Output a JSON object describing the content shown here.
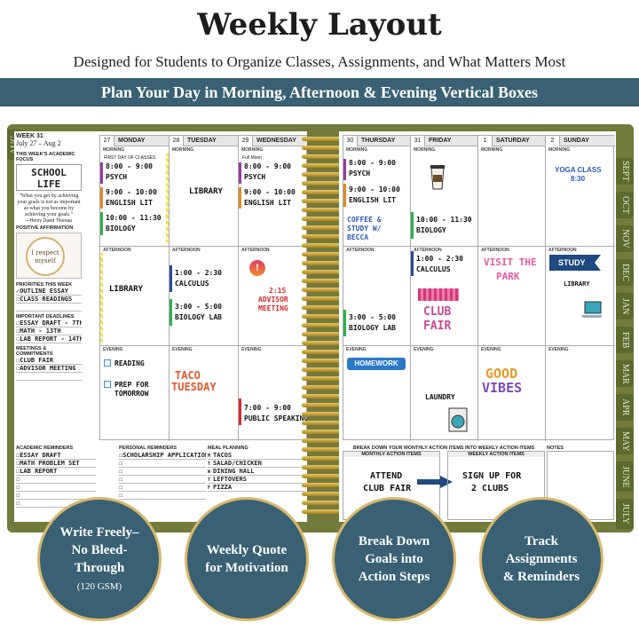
{
  "header": {
    "title": "Weekly Layout",
    "subtitle": "Designed for Students to Organize Classes, Assignments, and What Matters Most",
    "banner": "Plan Your Day in Morning, Afternoon & Evening Vertical Boxes"
  },
  "tabs": {
    "left": "AUG",
    "right": [
      "SEPT",
      "OCT",
      "NOV",
      "DEC",
      "JAN",
      "FEB",
      "MAR",
      "APR",
      "MAY",
      "JUNE",
      "JULY"
    ]
  },
  "left_page": {
    "week": "WEEK 31",
    "dates": "July 27 – Aug 2",
    "focus_label": "THIS WEEK'S ACADEMIC FOCUS",
    "focus_line1": "SCHOOL",
    "focus_line2": "LIFE",
    "quote": "\"What you get by achieving your goals is not as important as what you become by achieving your goals.\"",
    "quote_author": "—Henry David Thoreau",
    "affirmation_label": "POSITIVE AFFIRMATION",
    "affirmation": "I respect myself",
    "priorities_label": "PRIORITIES THIS WEEK",
    "priorities": [
      "✓OUTLINE ESSAY",
      "☐CLASS READINGS"
    ],
    "deadlines_label": "IMPORTANT DEADLINES",
    "deadlines": [
      "☐ESSAY DRAFT - 7TH",
      "☐MATH - 13TH",
      "☐LAB REPORT - 14TH"
    ],
    "meetings_label": "MEETINGS & COMMITMENTS",
    "meetings": [
      "☐CLUB FAIR",
      "☐ADVISOR MEETING"
    ],
    "days": [
      {
        "num": "27",
        "name": "MONDAY"
      },
      {
        "num": "28",
        "name": "TUESDAY"
      },
      {
        "num": "29",
        "name": "WEDNESDAY"
      }
    ],
    "morning": "MORNING",
    "afternoon": "AFTERNOON",
    "evening": "EVENING",
    "mon_note": "FIRST DAY OF CLASSES",
    "wed_note": "Full Moon",
    "mon_m1_time": "8:00 - 9:00",
    "mon_m1": "PSYCH",
    "mon_m2_time": "9:00 - 10:00",
    "mon_m2": "ENGLISH LIT",
    "mon_m3_time": "10:00 - 11:30",
    "mon_m3": "BIOLOGY",
    "tue_m": "LIBRARY",
    "wed_m1_time": "8:00 - 9:00",
    "wed_m1": "PSYCH",
    "wed_m2_time": "9:00 - 10:00",
    "wed_m2": "ENGLISH LIT",
    "mon_a": "LIBRARY",
    "tue_a1_time": "1:00 - 2:30",
    "tue_a1": "CALCULUS",
    "tue_a2_time": "3:00 - 5:00",
    "tue_a2": "BIOLOGY LAB",
    "wed_a_time": "2:15",
    "wed_a1": "ADVISOR",
    "wed_a2": "MEETING",
    "mon_e1": "READING",
    "mon_e2": "PREP FOR",
    "mon_e3": "TOMORROW",
    "tue_e1": "TACO",
    "tue_e2": "TUESDAY",
    "wed_e_time": "7:00 - 9:00",
    "wed_e": "PUBLIC SPEAKING",
    "acad_label": "ACADEMIC REMINDERS",
    "acad": [
      "☐ESSAY DRAFT",
      "☐MATH PROBLEM SET",
      "☐LAB REPORT"
    ],
    "personal_label": "PERSONAL REMINDERS",
    "personal": [
      "☐SCHOLARSHIP APPLICATIONS"
    ],
    "meal_label": "MEAL PLANNING",
    "meals": [
      {
        "d": "M",
        "v": "TACOS"
      },
      {
        "d": "T",
        "v": "SALAD/CHICKEN"
      },
      {
        "d": "W",
        "v": "DINING HALL"
      },
      {
        "d": "T",
        "v": "LEFTOVERS"
      },
      {
        "d": "F",
        "v": "PIZZA"
      }
    ]
  },
  "right_page": {
    "days": [
      {
        "num": "30",
        "name": "THURSDAY"
      },
      {
        "num": "31",
        "name": "FRIDAY"
      },
      {
        "num": "1",
        "name": "SATURDAY"
      },
      {
        "num": "2",
        "name": "SUNDAY"
      }
    ],
    "thu_m1_time": "8:00 - 9:00",
    "thu_m1": "PSYCH",
    "thu_m2_time": "9:00 - 10:00",
    "thu_m2": "ENGLISH LIT",
    "thu_m3": "COFFEE &",
    "thu_m4": "STUDY W/",
    "thu_m5": "BECCA",
    "fri_m_time": "10:00 - 11:30",
    "fri_m": "BIOLOGY",
    "sun_m1": "YOGA CLASS",
    "sun_m2": "8:30",
    "thu_a_time": "3:00 - 5:00",
    "thu_a": "BIOLOGY LAB",
    "fri_a_time": "1:00 - 2:30",
    "fri_a": "CALCULUS",
    "fri_a_club1": "CLUB",
    "fri_a_club2": "FAIR",
    "sat_a1": "VISIT THE",
    "sat_a2": "PARK",
    "sun_a_study": "STUDY",
    "sun_a_lib": "LIBRARY",
    "thu_e": "HOMEWORK",
    "fri_e": "LAUNDRY",
    "sat_e1": "GOOD",
    "sat_e2": "VIBES",
    "breakdown_label": "BREAK DOWN YOUR MONTHLY ACTION ITEMS INTO WEEKLY ACTION ITEMS",
    "monthly_label": "MONTHLY ACTION ITEMS",
    "weekly_label": "WEEKLY ACTION ITEMS",
    "monthly1": "ATTEND",
    "monthly2": "CLUB FAIR",
    "weekly1": "SIGN UP FOR",
    "weekly2": "2 CLUBS",
    "notes_label": "NOTES"
  },
  "features": [
    {
      "line1": "Write Freely–",
      "line2": "No Bleed-Through",
      "line3": "(120 GSM)"
    },
    {
      "line1": "Weekly Quote",
      "line2": "for Motivation",
      "line3": ""
    },
    {
      "line1": "Break Down",
      "line2": "Goals into",
      "line3": "Action Steps"
    },
    {
      "line1": "Track",
      "line2": "Assignments",
      "line3": "& Reminders"
    }
  ],
  "colors": {
    "banner": "#3a6173",
    "cover": "#727a3c",
    "gold": "#d8b86c"
  }
}
